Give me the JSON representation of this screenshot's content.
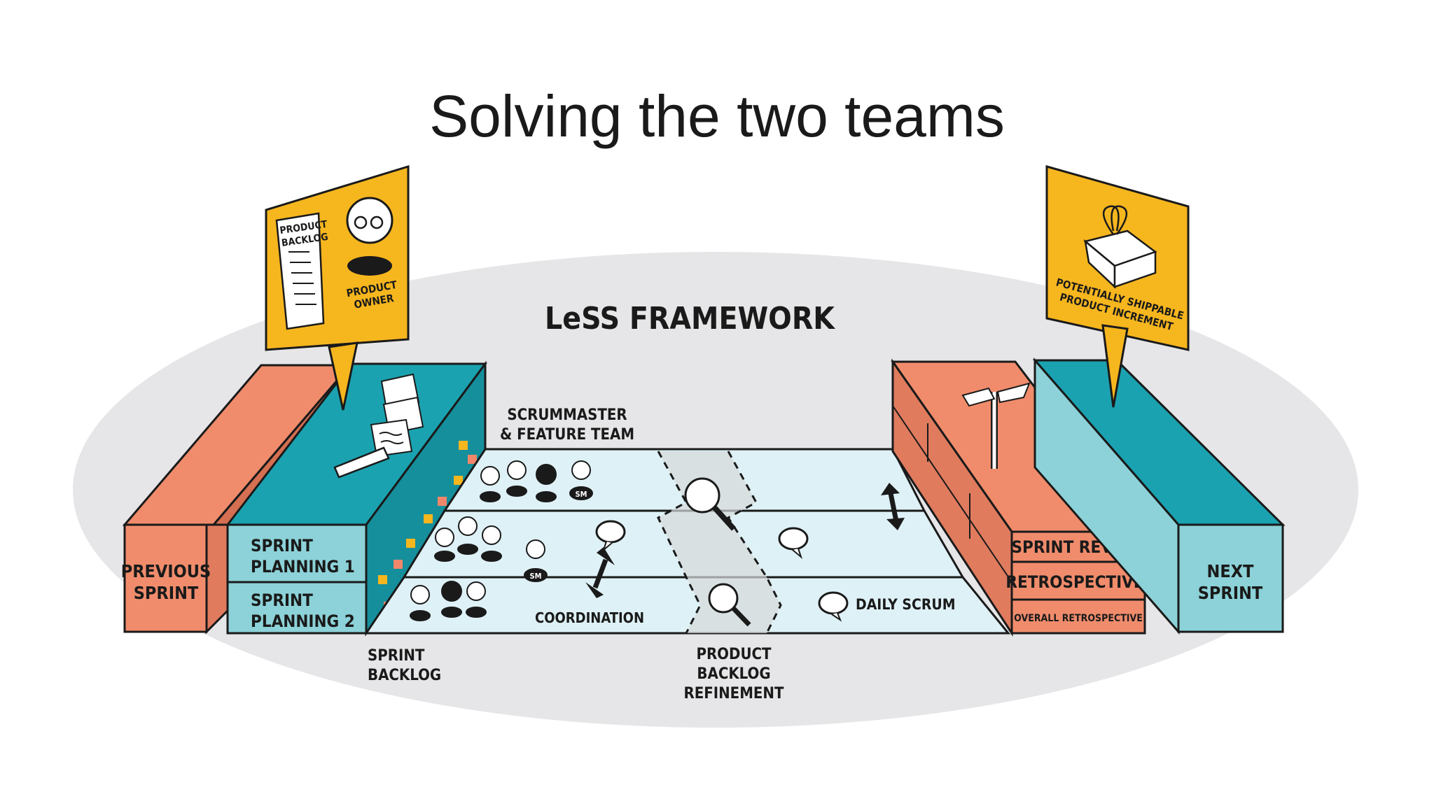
{
  "slide": {
    "title": "Solving the two teams"
  },
  "diagram": {
    "framework_title": "LeSS FRAMEWORK",
    "product_owner_sign": {
      "backlog_label": [
        "PRODUCT",
        "BACKLOG"
      ],
      "owner_label": [
        "PRODUCT",
        "OWNER"
      ]
    },
    "increment_sign": {
      "label": [
        "POTENTIALLY SHIPPABLE",
        "PRODUCT INCREMENT"
      ]
    },
    "previous_sprint": [
      "PREVIOUS",
      "SPRINT"
    ],
    "next_sprint": [
      "NEXT",
      "SPRINT"
    ],
    "sprint_planning_1": [
      "SPRINT",
      "PLANNING 1"
    ],
    "sprint_planning_2": [
      "SPRINT",
      "PLANNING 2"
    ],
    "scrum_master_team": [
      "SCRUMMASTER",
      "& FEATURE TEAM"
    ],
    "sprint_backlog": [
      "SPRINT",
      "BACKLOG"
    ],
    "product_backlog_refinement": [
      "PRODUCT",
      "BACKLOG",
      "REFINEMENT"
    ],
    "coordination": "COORDINATION",
    "daily_scrum": "DAILY SCRUM",
    "sprint_review": "SPRINT REVIEW",
    "retrospective": "RETROSPECTIVE",
    "overall_retrospective": "OVERALL RETROSPECTIVE",
    "sm_badge": "SM",
    "colors": {
      "orange": "#f08c6c",
      "teal": "#1ba2b0",
      "light_teal": "#8cd2d8",
      "lane": "#def1f6",
      "yellow": "#f6b61e",
      "ellipse": "#e6e6e8"
    }
  }
}
